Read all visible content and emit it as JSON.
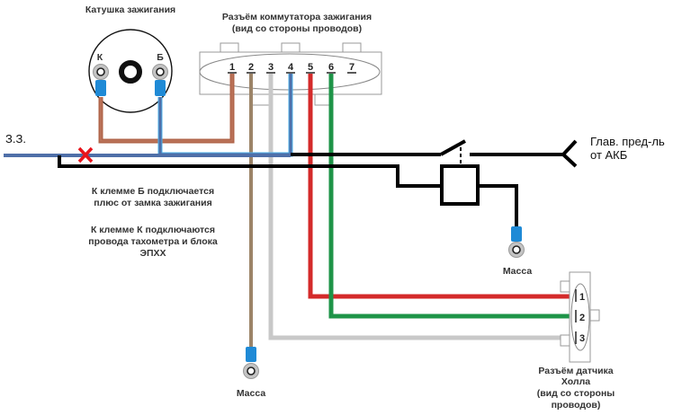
{
  "titles": {
    "coil": "Катушка зажигания",
    "commutator_line1": "Разъём коммутатора зажигания",
    "commutator_line2": "(вид со стороны проводов)",
    "hall_line1": "Разъём датчика",
    "hall_line2": "Холла",
    "hall_line3": "(вид со стороны",
    "hall_line4": "проводов)"
  },
  "coil_terminals": {
    "left": "К",
    "right": "Б"
  },
  "commutator_pins": [
    "1",
    "2",
    "3",
    "4",
    "5",
    "6",
    "7"
  ],
  "hall_pins": [
    "1",
    "2",
    "3"
  ],
  "labels": {
    "ignition_switch": "З.З.",
    "battery_line1": "Глав. пред-ль",
    "battery_line2": "от АКБ",
    "ground_relay": "Масса",
    "ground_commutator": "Масса"
  },
  "notes": {
    "note1_line1": "К клемме Б подключается",
    "note1_line2": "плюс от замка зажигания",
    "note2_line1": "К клемме К подключаются",
    "note2_line2": "провода тахометра и блока",
    "note2_line3": "ЭПХХ"
  },
  "wire_colors": {
    "brown_light": "#b0654a",
    "tan": "#9c8468",
    "grey": "#c8c8c8",
    "blue": "#4f6fa8",
    "light_blue": "#4fb0e8",
    "red": "#d42a2a",
    "green": "#1e9448",
    "black": "#000000",
    "terminal_blue": "#1f8ad6",
    "cross_red": "#e8141c"
  }
}
